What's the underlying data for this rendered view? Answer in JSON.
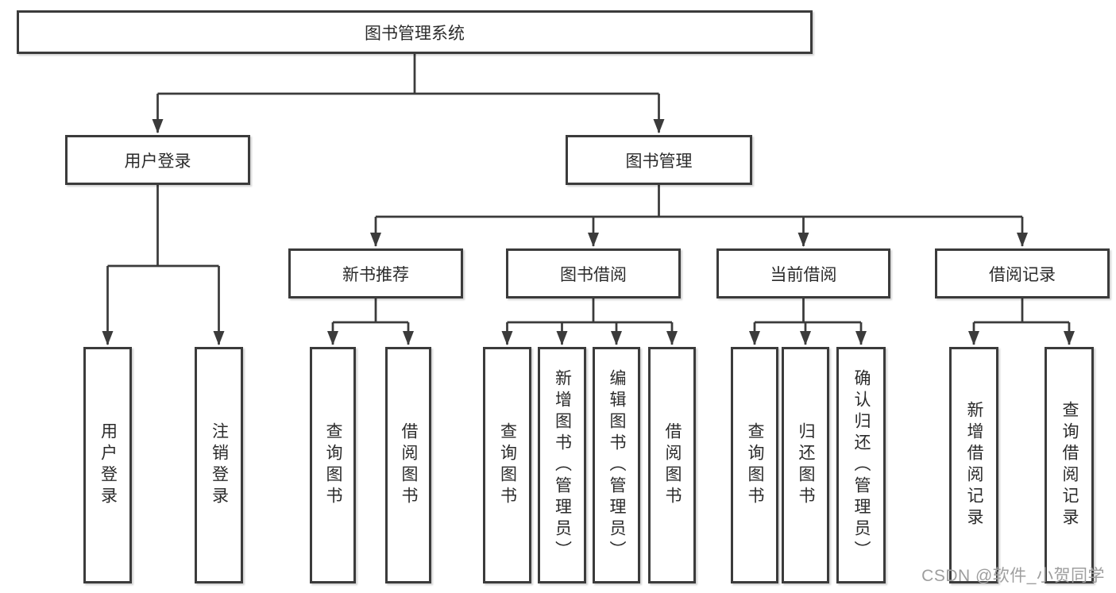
{
  "diagram": {
    "root": "图书管理系统",
    "level2": {
      "user_login": "用户登录",
      "book_management": "图书管理"
    },
    "level3": {
      "new_books": "新书推荐",
      "borrowing": "图书借阅",
      "current": "当前借阅",
      "records": "借阅记录"
    },
    "leaves": {
      "user_login": [
        "用户登录",
        "注销登录"
      ],
      "new_books": [
        "查询图书",
        "借阅图书"
      ],
      "borrowing": [
        "查询图书",
        "新增图书（管理员）",
        "编辑图书（管理员）",
        "借阅图书"
      ],
      "current": [
        "查询图书",
        "归还图书",
        "确认归还（管理员）"
      ],
      "records": [
        "新增借阅记录",
        "查询借阅记录"
      ]
    }
  },
  "watermark": "CSDN @软件_小贺同学",
  "colors": {
    "line": "#3b3b3b",
    "border": "#3b3b3b",
    "text": "#2b2b2b",
    "watermark": "#9e9e9e",
    "background": "#ffffff"
  }
}
